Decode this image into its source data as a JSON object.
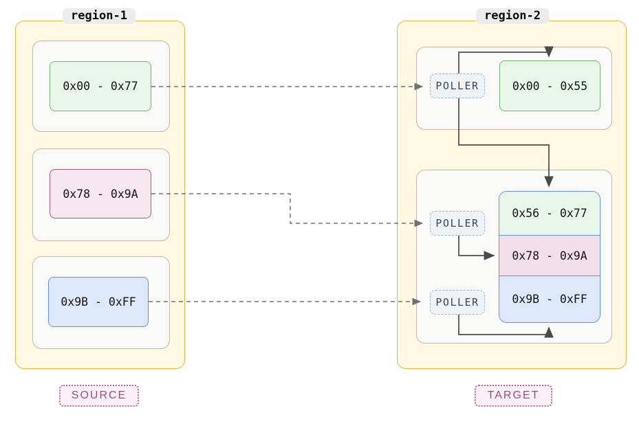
{
  "diagram": {
    "source_region": {
      "title": "region-1",
      "badge": "SOURCE",
      "blocks": [
        {
          "label": "0x00 - 0x77",
          "color": "green"
        },
        {
          "label": "0x78 - 0x9A",
          "color": "pink"
        },
        {
          "label": "0x9B - 0xFF",
          "color": "blue"
        }
      ]
    },
    "target_region": {
      "title": "region-2",
      "badge": "TARGET",
      "pollers": [
        {
          "label": "POLLER"
        },
        {
          "label": "POLLER"
        },
        {
          "label": "POLLER"
        }
      ],
      "standalone_block": {
        "label": "0x00 - 0x55",
        "color": "green"
      },
      "stacked_blocks": [
        {
          "label": "0x56 - 0x77",
          "color": "green"
        },
        {
          "label": "0x78 - 0x9A",
          "color": "pink"
        },
        {
          "label": "0x9B - 0xFF",
          "color": "blue"
        }
      ]
    },
    "colors": {
      "region_fill": "#fff8e3",
      "region_border": "#e2b93f",
      "group_fill": "#f9f9f8",
      "group_border": "#ccb1a5",
      "green_fill": "#eaf5ea",
      "green_border": "#74b274",
      "pink_fill": "#f7e7ee",
      "pink_border": "#a85c80",
      "blue_fill": "#dde9fb",
      "blue_border": "#6192d9",
      "poller_fill": "#eff3f6",
      "poller_border": "#94b3cc",
      "poller_text": "#31495c",
      "tag_fill": "#fbf0f6",
      "tag_border": "#c0648f",
      "tag_text": "#9d4b7f",
      "title_pill_bg": "#ececec",
      "dashed_connector": "#707070",
      "solid_connector": "#4a4a4a"
    }
  }
}
